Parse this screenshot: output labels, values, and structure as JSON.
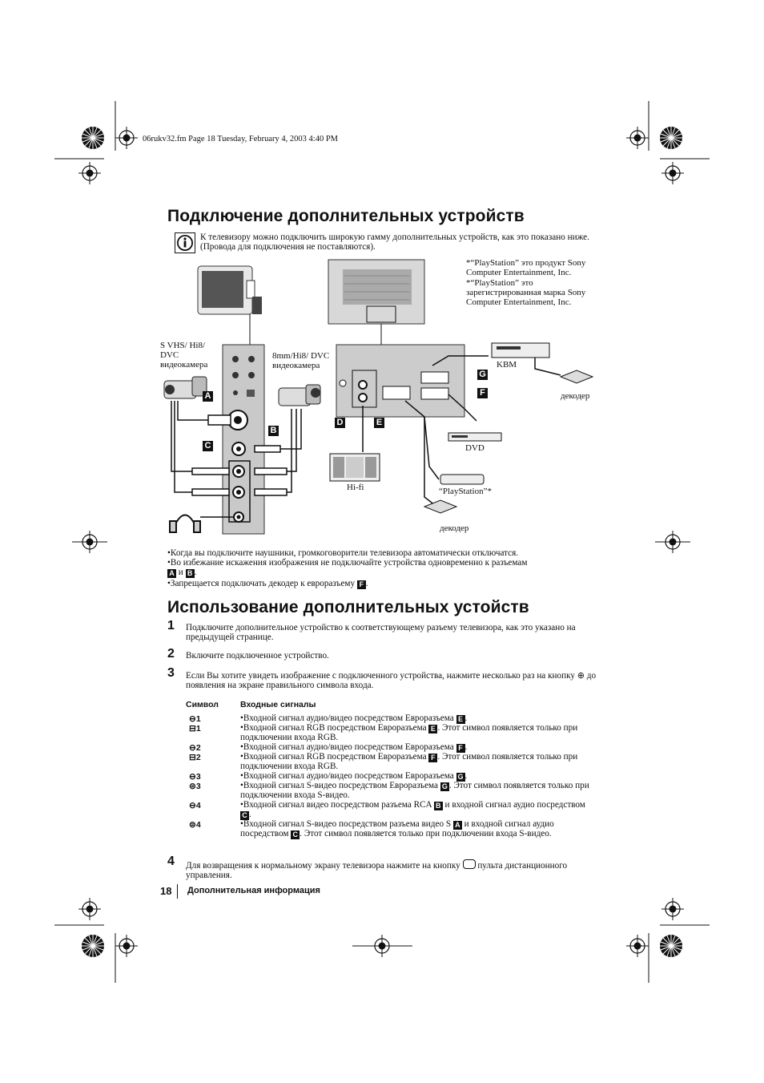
{
  "header": {
    "file_info": "06rukv32.fm  Page 18  Tuesday, February 4, 2003  4:40 PM"
  },
  "section1": {
    "title": "Подключение дополнительных устройств",
    "info_text": "К телевизору можно подключить широкую гамму дополнительных устройств, как это показано ниже. (Провода для подключения не поставляются).",
    "info_icon": "info-icon"
  },
  "trademark": {
    "line1": "*“PlayStation” это продукт Sony Computer Entertainment, Inc.",
    "line2": "*“PlayStation” это зарегистрированная марка Sony Computer Entertainment, Inc."
  },
  "diagram": {
    "label_svhs": "S VHS/ Hi8/ DVC видеокамера",
    "label_8mm": "8mm/Hi8/ DVC видеокамера",
    "label_kvm": "KBM",
    "label_decoder1": "декодер",
    "label_dvd": "DVD",
    "label_hifi": "Hi-fi",
    "label_playstation": "“PlayStation”*",
    "label_decoder2": "декодер",
    "letters": {
      "a": "A",
      "b": "B",
      "c": "C",
      "d": "D",
      "e": "E",
      "f": "F",
      "g": "G"
    }
  },
  "notes": {
    "n1": "•Когда вы подключите наушники, громкоговорители телевизора автоматически отключатся.",
    "n2a": "•Во избежание искажения изображения не подключайте устройства одновременно к разъемам",
    "n2_a": "A",
    "n2_and": "и",
    "n2_b": "B",
    "n2_dot": ".",
    "n3": "•Запрещается подключать декодер к евроразъему",
    "n3_f": "F",
    "n3_dot": "."
  },
  "section2": {
    "title": "Использование дополнительных устойств",
    "steps": [
      {
        "num": "1",
        "text": "Подключите дополнительное устройство к соответствующему разъему телевизора, как это указано на предыдущей странице."
      },
      {
        "num": "2",
        "text": "Включите подключенное устройство."
      },
      {
        "num": "3",
        "text_a": "Если Вы хотите увидеть изображение с подключенного устройства, нажмите несколько раз на кнопку",
        "text_b": "до появления на экране правильного символа входа."
      },
      {
        "num": "4",
        "text_a": "Для возвращения к нормальному экрану телевизора нажмите на кнопку",
        "text_b": "пульта дистанционного управления."
      }
    ],
    "table": {
      "col1": "Символ",
      "col2": "Входные сигналы",
      "rows": [
        {
          "sym": "1",
          "a": "•Входной сигнал аудио/видео посредством Евроразъема",
          "box": "E",
          "b": "."
        },
        {
          "sym": "1",
          "a": "•Входной сигнал RGB посредством Евроразъема",
          "box": "E",
          "b": ". Этот символ появляется только при подключении входа RGB."
        },
        {
          "sym": "2",
          "a": "•Входной сигнал аудио/видео посредством Евроразъема",
          "box": "F",
          "b": "."
        },
        {
          "sym": "2",
          "a": "•Входной сигнал RGB посредством Евроразъема",
          "box": "F",
          "b": ". Этот символ появляется только при подключении входа RGB."
        },
        {
          "sym": "3",
          "a": "•Входной сигнал аудио/видео посредством Евроразъема",
          "box": "G",
          "b": "."
        },
        {
          "sym": "3",
          "a": "•Входной сигнал S-видео посредством Евроразъема",
          "box": "G",
          "b": ". Этот символ появляется только при подключении входа S-видео."
        },
        {
          "sym": "4",
          "a": "•Входной сигнал видео посредством разъема RCA",
          "box": "B",
          "b": " и входной сигнал аудио посредством",
          "box2": "C",
          "c": "."
        },
        {
          "sym": "4",
          "a": "•Входной сигнал S-видео посредством разъема видео S",
          "box": "A",
          "b": " и входной сигнал аудио посредством",
          "box2": "C",
          "c": ". Этот символ появляется только при подключении входа S-видео."
        }
      ]
    }
  },
  "footer": {
    "page_number": "18",
    "section": "Дополнительная информация"
  }
}
